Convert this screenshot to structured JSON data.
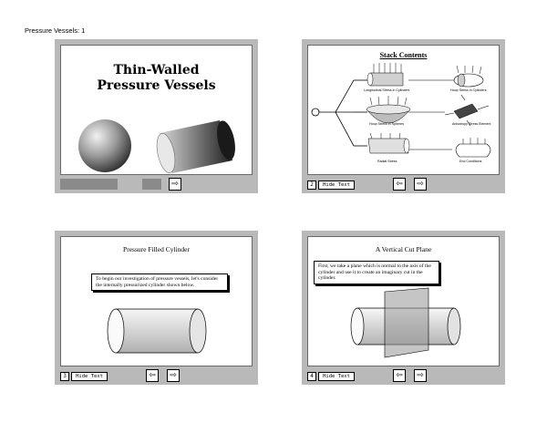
{
  "header": {
    "title": "Pressure Vessels: 1"
  },
  "slides": [
    {
      "title_line1": "Thin-Walled",
      "title_line2": "Pressure Vessels",
      "arrow": "⇨"
    },
    {
      "number": "2",
      "hide_text": "Hide Text",
      "arrow_back": "⇦",
      "arrow_fwd": "⇨",
      "title": "Stack Contents",
      "items": [
        "Longitudinal Stress in Cylinders",
        "Hoop Stress in Cylinders",
        "Hoop Stress in Spheres",
        "Anisotropy Stress Element",
        "Radial Stress",
        "End Conditions"
      ]
    },
    {
      "number": "3",
      "hide_text": "Hide Text",
      "arrow_back": "⇦",
      "arrow_fwd": "⇨",
      "title": "Pressure Filled Cylinder",
      "text": "To begin our investigation of pressure vessels, let's consider the internally pressurized cylinder shown below."
    },
    {
      "number": "4",
      "hide_text": "Hide Text",
      "arrow_back": "⇦",
      "arrow_fwd": "⇨",
      "title": "A Vertical Cut Plane",
      "text": "First, we take a plane which is normal to the axis of the cylinder and use it to create an imaginary cut in the cylinder."
    }
  ]
}
